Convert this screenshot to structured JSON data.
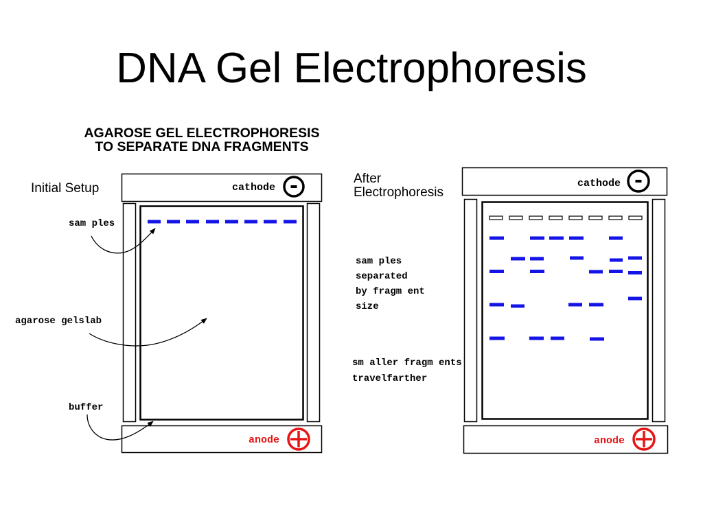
{
  "slide": {
    "title": "DNA Gel Electrophoresis"
  },
  "diagram": {
    "heading": [
      "AGAROSE GEL ELECTROPHORESIS",
      "TO SEPARATE DNA FRAGMENTS"
    ],
    "initial_setup": {
      "label": "Initial Setup",
      "cathode": "cathode",
      "anode": "anode",
      "callouts": {
        "samples": "sam ples",
        "gel": "agarose gelslab",
        "buffer": "buffer"
      }
    },
    "after_electrophoresis": {
      "label": [
        "After",
        "Electrophoresis"
      ],
      "cathode": "cathode",
      "anode": "anode",
      "note_separated": [
        "sam ples",
        "separated",
        "by fragm ent",
        "size"
      ],
      "note_distance": [
        "sm aller fragm ents",
        "travelfarther"
      ]
    }
  },
  "icons": {
    "cathode": "minus-circle-icon",
    "anode": "plus-circle-icon",
    "callout": "curved-arrow-icon"
  },
  "colors": {
    "band": "#1414e6",
    "anode": "#e51515",
    "ink": "#000000",
    "background": "#ffffff"
  }
}
